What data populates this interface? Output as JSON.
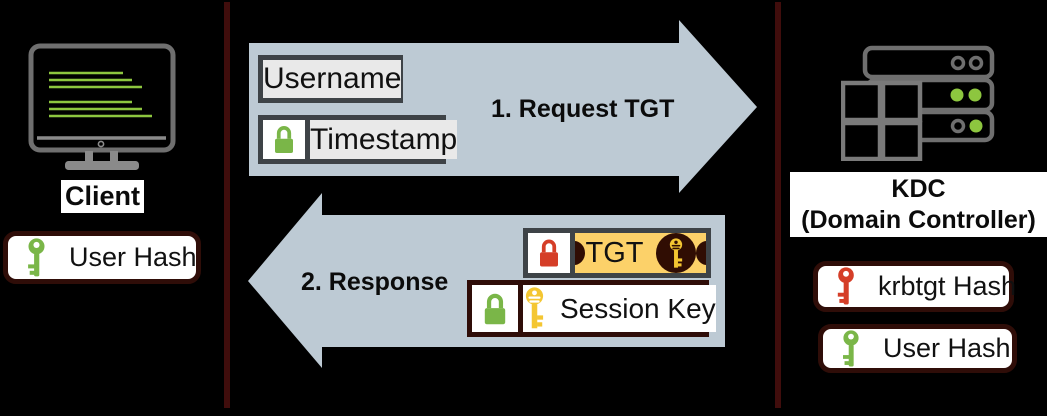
{
  "client": {
    "name": "Client",
    "device_icon": "monitor-icon",
    "hash_badge": {
      "label": "User Hash",
      "icon": "key-icon",
      "icon_color": "#7ab648"
    }
  },
  "kdc": {
    "name_line1": "KDC",
    "name_line2": "(Domain Controller)",
    "device_icon": "server-stack-icon",
    "badges": [
      {
        "label": "krbtgt Hash",
        "icon": "key-icon",
        "icon_color": "#d53e28"
      },
      {
        "label": "User Hash",
        "icon": "key-icon",
        "icon_color": "#7ab648"
      }
    ]
  },
  "request": {
    "step_label": "1. Request TGT",
    "direction": "right",
    "payload": [
      {
        "label": "Username",
        "encrypted": false
      },
      {
        "label": "Timestamp",
        "encrypted": true,
        "lock_icon": "lock-icon",
        "lock_color": "#7ab648"
      }
    ]
  },
  "response": {
    "step_label": "2. Response",
    "direction": "left",
    "payload": [
      {
        "label": "TGT",
        "encrypted": true,
        "lock_color": "#d53e28",
        "style": "ticket",
        "key_icon_color": "#f4c632"
      },
      {
        "label": "Session Key",
        "encrypted": true,
        "lock_color": "#7ab648",
        "key_icon_color": "#f4c632"
      }
    ]
  },
  "colors": {
    "background": "#000000",
    "divider": "#400d0c",
    "arrow_fill": "#bdcad4",
    "box_frame": "#3e4347",
    "box_fill": "#e9e9e9",
    "maroon_frame": "#2f0d08",
    "green": "#7ab648",
    "red": "#d53e28",
    "gold": "#f4c632",
    "ticket_yellow": "#fcd169",
    "ticket_dark": "#300d03",
    "device_gray": "#6f6f6f",
    "screen_text_green": "#8dc63f"
  }
}
